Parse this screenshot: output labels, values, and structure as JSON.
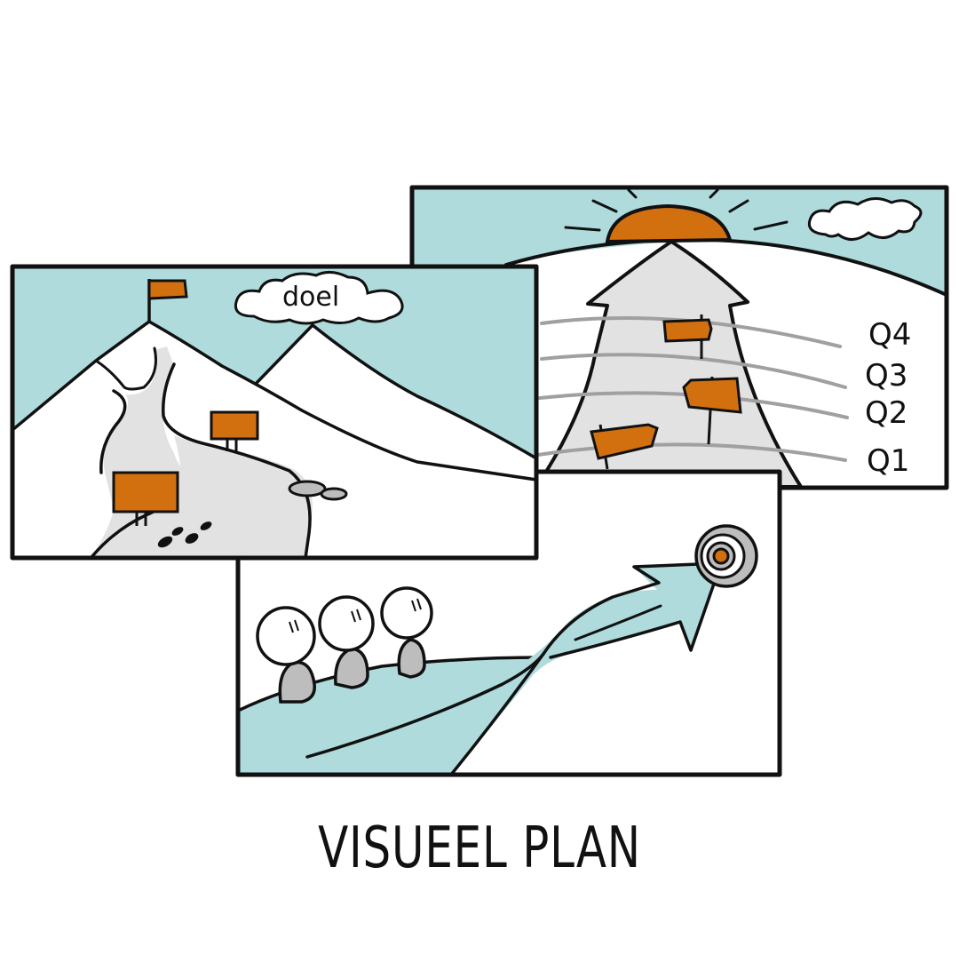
{
  "title": "VISUEEL PLAN",
  "panel_mountain": {
    "cloud_label": "doel"
  },
  "panel_roadmap": {
    "quarters": [
      "Q4",
      "Q3",
      "Q2",
      "Q1"
    ]
  },
  "colors": {
    "sky": "#afdbdc",
    "orange": "#d2700f",
    "path_gray": "#e2e2e2",
    "person_gray": "#bdbdbd",
    "ink": "#111111"
  },
  "icons": [
    "flag-icon",
    "signpost-icon",
    "footprints-icon",
    "sun-icon",
    "cloud-icon",
    "target-icon",
    "arrow-icon",
    "person-icon"
  ]
}
